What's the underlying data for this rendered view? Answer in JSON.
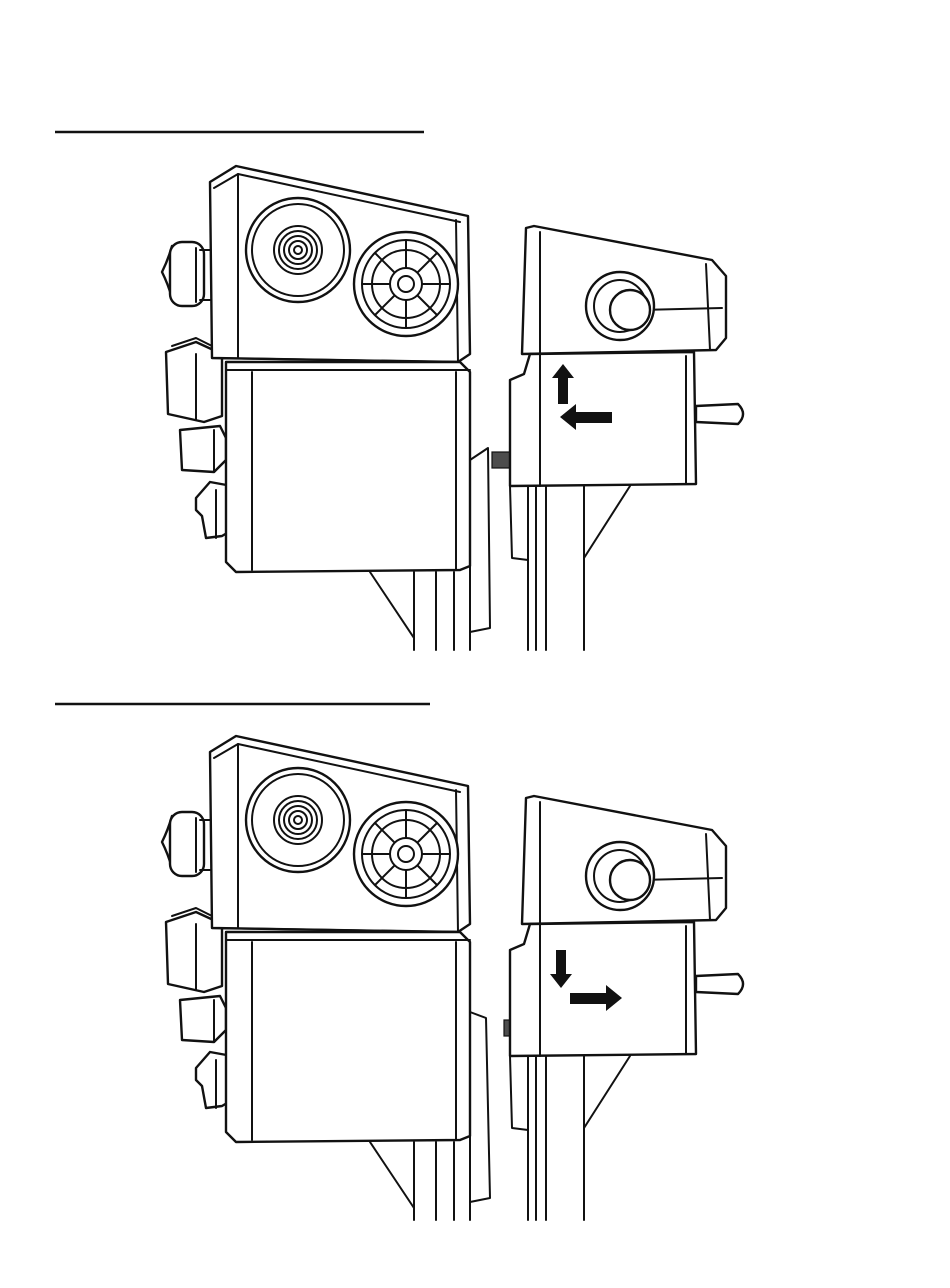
{
  "panels": [
    {
      "id": "locked",
      "heading": "",
      "arrows": [
        {
          "direction": "up",
          "shape": "arrow-up-icon"
        },
        {
          "direction": "left",
          "shape": "arrow-left-icon"
        }
      ],
      "bar_state": "engaged"
    },
    {
      "id": "released",
      "heading": "",
      "arrows": [
        {
          "direction": "down",
          "shape": "arrow-down-icon"
        },
        {
          "direction": "right",
          "shape": "arrow-right-icon"
        }
      ],
      "bar_state": "retracted"
    }
  ],
  "colors": {
    "outline": "#111111",
    "arrow": "#111111",
    "latch_bar": "#4d4d4d",
    "background": "#ffffff"
  }
}
